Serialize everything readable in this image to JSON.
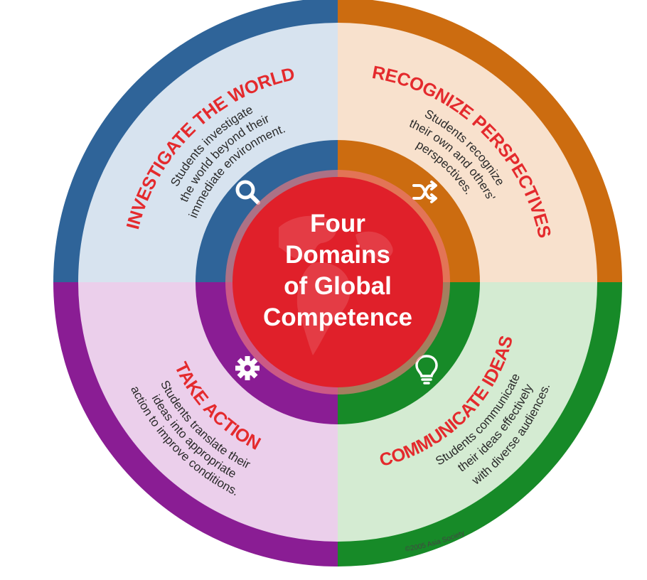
{
  "center": {
    "lines": [
      "Four",
      "Domains",
      "of Global",
      "Competence"
    ]
  },
  "colors": {
    "title_red": "#e42a2d",
    "center_red": "#e0202a"
  },
  "domains": [
    {
      "title": "INVESTIGATE THE WORLD",
      "description": [
        "Students investigate",
        "the world beyond their",
        "immediate environment."
      ],
      "icon": "magnifier-icon",
      "outer_color": "#2f6499",
      "inner_color": "#d7e3ef"
    },
    {
      "title": "RECOGNIZE PERSPECTIVES",
      "description": [
        "Students recognize",
        "their own and others'",
        "perspectives."
      ],
      "icon": "shuffle-icon",
      "outer_color": "#cc6c10",
      "inner_color": "#f8e1cd"
    },
    {
      "title": "COMMUNICATE IDEAS",
      "description": [
        "Students communicate",
        "their ideas effectively",
        "with diverse audiences."
      ],
      "icon": "lightbulb-icon",
      "outer_color": "#178a28",
      "inner_color": "#d4ebd2"
    },
    {
      "title": "TAKE ACTION",
      "description": [
        "Students translate their",
        "ideas into appropriate",
        "action to improve conditions."
      ],
      "icon": "gear-icon",
      "outer_color": "#8a1d94",
      "inner_color": "#ebcfeb"
    }
  ],
  "copyright": "©2005 Asia Society"
}
